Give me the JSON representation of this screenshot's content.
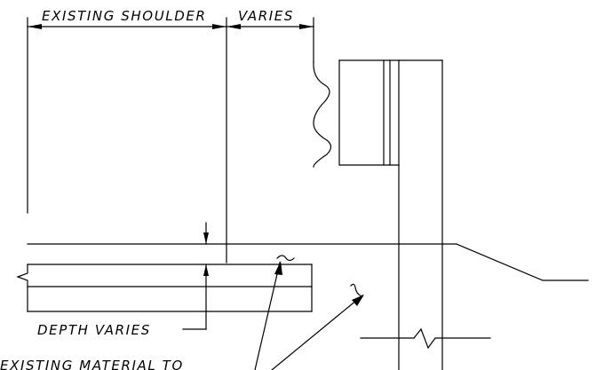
{
  "labels": {
    "existing_shoulder": "EXISTING SHOULDER",
    "varies": "VARIES",
    "depth_varies": "DEPTH VARIES",
    "existing_material": "EXISTING MATERIAL TO"
  },
  "colors": {
    "line": "#000000",
    "background": "#ffffff"
  }
}
